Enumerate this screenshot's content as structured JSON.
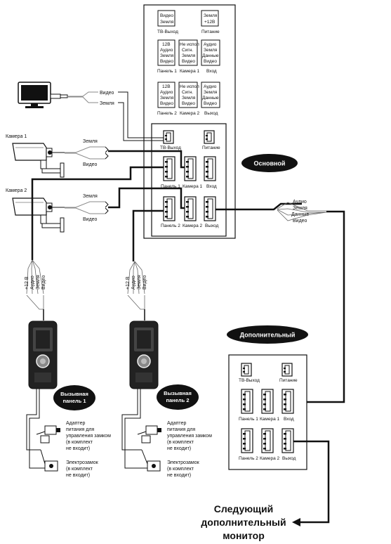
{
  "legend": {
    "tv_out": {
      "line1": "Видео",
      "line2": "Земля",
      "caption": "ТВ-Выход"
    },
    "power": {
      "line1": "Земля",
      "line2": "+12В",
      "caption": "Питание"
    },
    "panel1": {
      "l1": "12В",
      "l2": "Аудио",
      "l3": "Земля",
      "l4": "Видео",
      "caption": "Панель 1"
    },
    "camera1": {
      "l1": "Не испол",
      "l2": "Сигн.",
      "l3": "Земля",
      "l4": "Видео",
      "caption": "Камера 1"
    },
    "input": {
      "l1": "Аудио",
      "l2": "Земля",
      "l3": "Данные",
      "l4": "Видео",
      "caption": "Вход"
    },
    "panel2": {
      "l1": "12В",
      "l2": "Аудио",
      "l3": "Земля",
      "l4": "Видео",
      "caption": "Панель 2"
    },
    "camera2": {
      "l1": "Не испол",
      "l2": "Сигн.",
      "l3": "Земля",
      "l4": "Видео",
      "caption": "Камера 2"
    },
    "output": {
      "l1": "Аудио",
      "l2": "Земля",
      "l3": "Данные",
      "l4": "Видео",
      "caption": "Выход"
    }
  },
  "tv": {
    "video": "Видео",
    "ground": "Земля"
  },
  "cameras": {
    "cam1": {
      "title": "Камера 1",
      "ground": "Земля",
      "video": "Видео"
    },
    "cam2": {
      "title": "Камера 2",
      "ground": "Земля",
      "video": "Видео"
    }
  },
  "main_unit": {
    "badge": "Основной",
    "tv_out": "ТВ-Выход",
    "power": "Питание",
    "panel1": "Панель 1",
    "camera1": "Камера 1",
    "input": "Вход",
    "panel2": "Панель 2",
    "camera2": "Камера 2",
    "output": "Выход"
  },
  "bus": {
    "audio": "Аудио",
    "ground": "Земля",
    "data": "Данные",
    "video": "Видео"
  },
  "panel_wires": {
    "v12": "+12 В",
    "audio": "Аудио",
    "ground": "Земля",
    "video": "Видео"
  },
  "call_panel1": {
    "line1": "Вызывная",
    "line2": "панель 1"
  },
  "call_panel2": {
    "line1": "Вызывная",
    "line2": "панель 2"
  },
  "adapter": {
    "l1": "Адаптер",
    "l2": "питания для",
    "l3": "управления замком",
    "l4": "(в комплект",
    "l5": "не входит)"
  },
  "lock": {
    "l1": "Электрозамок",
    "l2": "(в комплект",
    "l3": "не входит)"
  },
  "extra_unit": {
    "badge": "Дополнительный",
    "tv_out": "ТВ-Выход",
    "power": "Питание",
    "panel1": "Панель 1",
    "camera1": "Камера 1",
    "input": "Вход",
    "panel2": "Панель 2",
    "camera2": "Камера 2",
    "output": "Выход"
  },
  "next_monitor": {
    "l1": "Следующий",
    "l2": "дополнительный",
    "l3": "монитор"
  }
}
